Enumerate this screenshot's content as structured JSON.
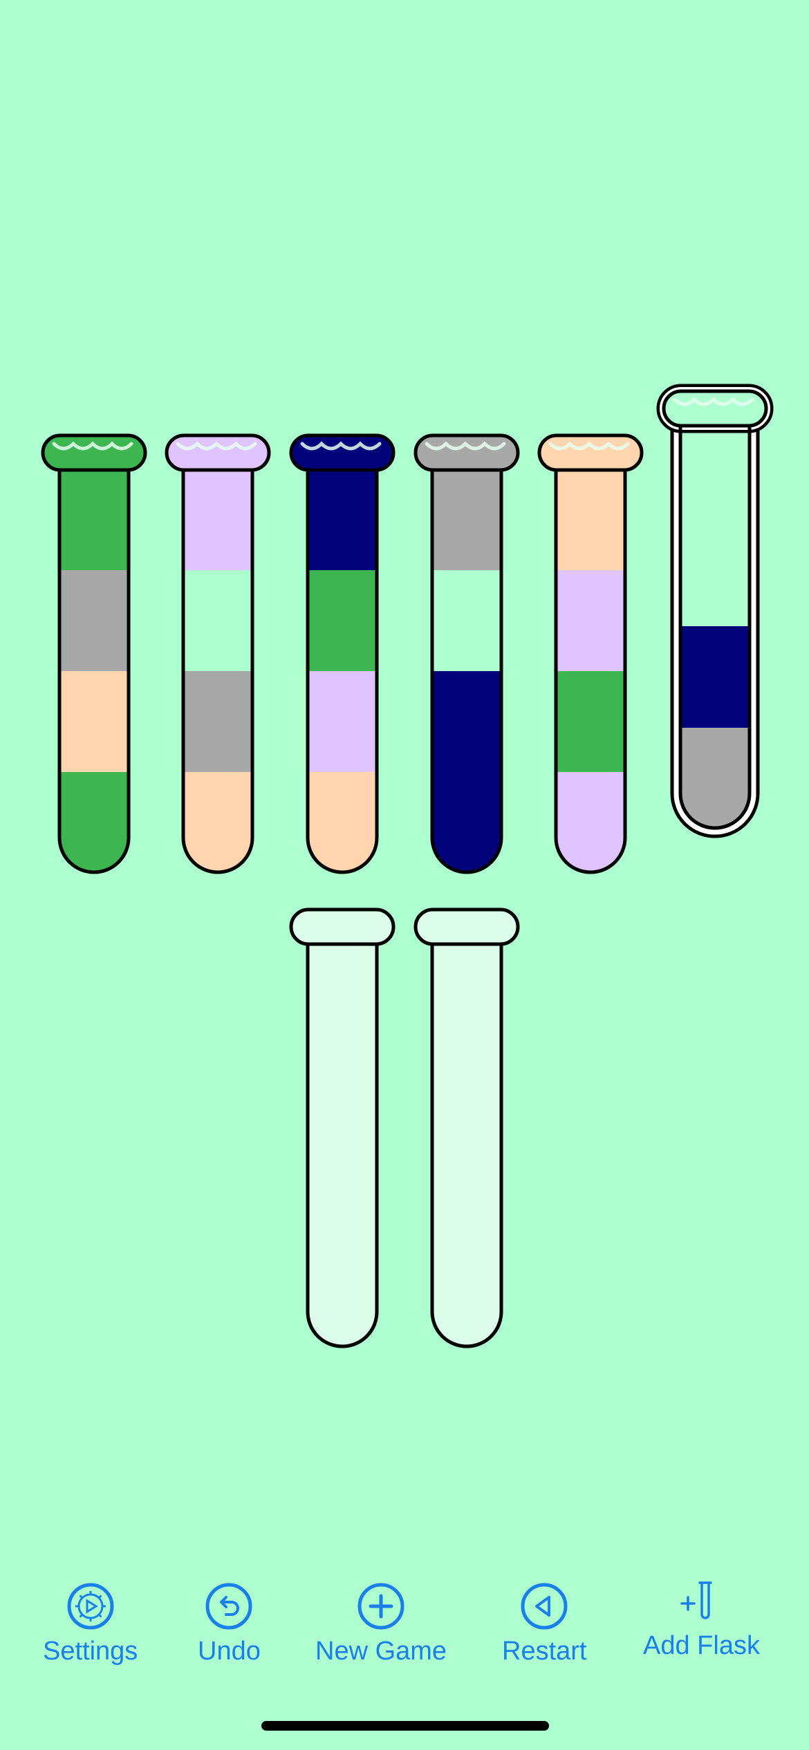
{
  "game": {
    "background": "#aeffd0",
    "empty_color": "#dcfde9",
    "flask_capacity": 4,
    "colors": {
      "green": "#3db550",
      "gray": "#a8a8a8",
      "peach": "#ffd5b0",
      "lavender": "#dfc4ff",
      "mint": "#aeffd0",
      "navy": "#02027b"
    },
    "flasks": [
      {
        "id": 1,
        "layers_bottom_to_top": [
          "green",
          "peach",
          "gray",
          "green"
        ],
        "selected": false
      },
      {
        "id": 2,
        "layers_bottom_to_top": [
          "peach",
          "gray",
          "mint",
          "lavender"
        ],
        "selected": false
      },
      {
        "id": 3,
        "layers_bottom_to_top": [
          "peach",
          "lavender",
          "green",
          "navy"
        ],
        "selected": false
      },
      {
        "id": 4,
        "layers_bottom_to_top": [
          "navy",
          "navy",
          "mint",
          "gray"
        ],
        "selected": false
      },
      {
        "id": 5,
        "layers_bottom_to_top": [
          "lavender",
          "green",
          "lavender",
          "peach"
        ],
        "selected": false
      },
      {
        "id": 6,
        "layers_bottom_to_top": [
          "gray",
          "navy"
        ],
        "selected": true
      },
      {
        "id": 7,
        "layers_bottom_to_top": [],
        "selected": false
      },
      {
        "id": 8,
        "layers_bottom_to_top": [],
        "selected": false
      }
    ]
  },
  "toolbar": {
    "accent_color": "#1a7fe8",
    "items": [
      {
        "id": "settings",
        "label": "Settings",
        "icon": "settings-icon"
      },
      {
        "id": "undo",
        "label": "Undo",
        "icon": "undo-icon"
      },
      {
        "id": "new_game",
        "label": "New Game",
        "icon": "plus-circle-icon"
      },
      {
        "id": "restart",
        "label": "Restart",
        "icon": "restart-icon"
      },
      {
        "id": "add_flask",
        "label": "Add Flask",
        "icon": "add-flask-icon"
      }
    ]
  }
}
